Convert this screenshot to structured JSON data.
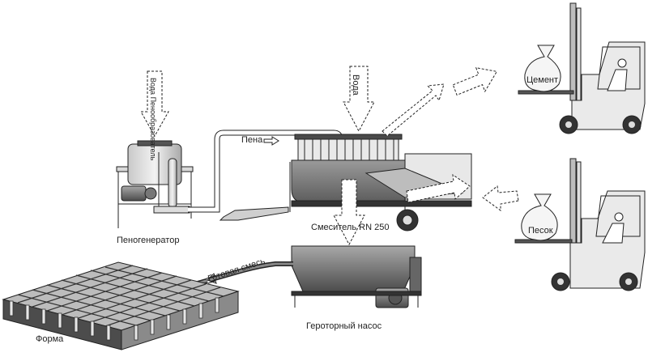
{
  "labels": {
    "foam_generator": "Пеногенератор",
    "water_foaming_agent": "Вода Пенообразователь",
    "foam": "Пена",
    "water": "Вода",
    "mixer": "Смеситель RN 250",
    "cement": "Цемент",
    "sand": "Песок",
    "ready_mix": "Готовая смесь",
    "mold": "Форма",
    "gerotor_pump": "Героторный насос"
  }
}
